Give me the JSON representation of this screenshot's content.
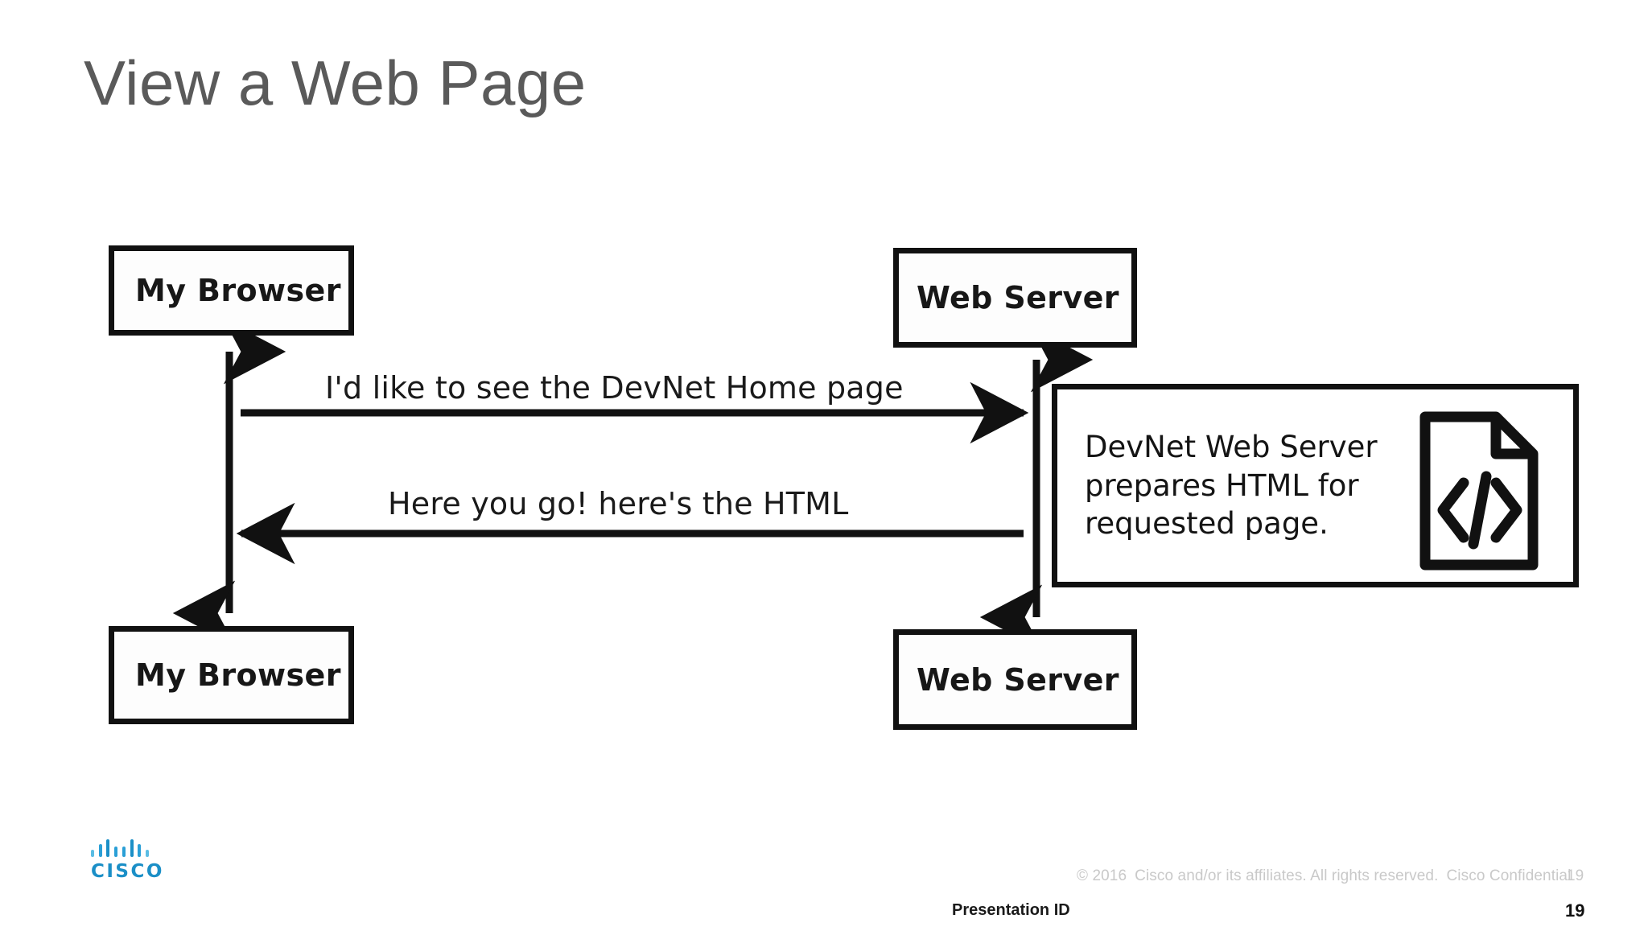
{
  "slide": {
    "title": "View a Web Page",
    "title_color": "#5a5a5a"
  },
  "diagram": {
    "type": "sequence-diagram",
    "nodes": [
      {
        "id": "browser-top",
        "label": "My Browser"
      },
      {
        "id": "server-top",
        "label": "Web Server"
      },
      {
        "id": "browser-bottom",
        "label": "My Browser"
      },
      {
        "id": "server-bottom",
        "label": "Web Server"
      }
    ],
    "messages": [
      {
        "id": "request",
        "label": "I'd like to see the DevNet Home page",
        "direction": "browser-to-server"
      },
      {
        "id": "response",
        "label": "Here you go! here's the HTML",
        "direction": "server-to-browser"
      }
    ],
    "note": {
      "line1": "DevNet Web Server",
      "line2": "prepares HTML for",
      "line3": "requested page.",
      "icon": "code-document-icon",
      "icon_glyph": "</>"
    },
    "stroke_color": "#111111"
  },
  "footer": {
    "logo": {
      "name": "cisco-logo",
      "wordmark": "CISCO",
      "color": "#1b8fc7"
    },
    "copyright_year": "© 2016",
    "copyright_text": "Cisco and/or its affiliates. All rights reserved.",
    "confidentiality": "Cisco Confidential",
    "page_number": "19",
    "presentation_id_label": "Presentation ID",
    "bottom_page_number": "19",
    "muted_color": "#c9c9c9"
  }
}
